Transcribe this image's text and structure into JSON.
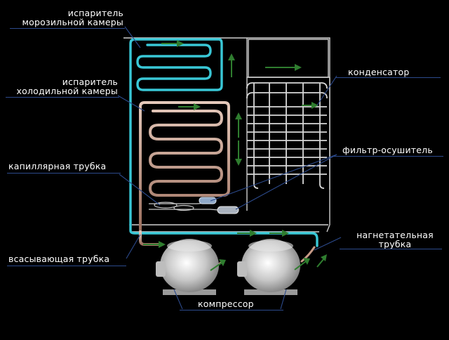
{
  "labels": {
    "freezer_evaporator": [
      "испаритель",
      "морозильной камеры"
    ],
    "fridge_evaporator": [
      "испаритель",
      "холодильной камеры"
    ],
    "capillary_tube": "капиллярная трубка",
    "suction_tube": "всасывающая трубка",
    "condenser": "конденсатор",
    "filter_dryer": "фильтр-осушитель",
    "discharge_tube": [
      "нагнетательная",
      "трубка"
    ],
    "compressor": "компрессор"
  },
  "colors": {
    "background": "#000000",
    "cold_pipe": "#39c7d6",
    "warm_pipe": "#c79a86",
    "frame": "#cfcfcf",
    "leader": "#2c4a8c",
    "flow_arrow": "#2f7d2f",
    "compressor": "#c8c8c8"
  }
}
